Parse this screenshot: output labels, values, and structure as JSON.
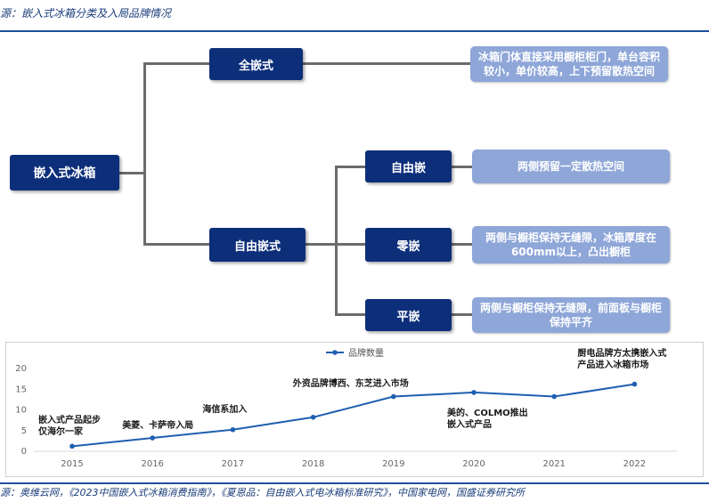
{
  "caption": "源：嵌入式冰箱分类及入局品牌情况",
  "diagram": {
    "root": "嵌入式冰箱",
    "full_embed": {
      "label": "全嵌式",
      "desc": [
        "冰箱门体直接采用橱柜柜门，单台容积",
        "较小，单价较高，上下预留散热空间"
      ]
    },
    "free_embed": {
      "label": "自由嵌式",
      "children": [
        {
          "label": "自由嵌",
          "desc": [
            "两侧预留一定散热空间"
          ]
        },
        {
          "label": "零嵌",
          "desc": [
            "两侧与橱柜保持无缝隙，冰箱厚度在",
            "600mm以上，凸出橱柜"
          ]
        },
        {
          "label": "平嵌",
          "desc": [
            "两侧与橱柜保持无缝隙，前面板与橱柜",
            "保持平齐"
          ]
        }
      ]
    }
  },
  "chart_data": {
    "type": "line",
    "legend": "品牌数量",
    "legend_position": "top-center",
    "grid": false,
    "x": [
      "2015",
      "2016",
      "2017",
      "2018",
      "2019",
      "2020",
      "2021",
      "2022"
    ],
    "series": [
      {
        "name": "品牌数量",
        "values": [
          1,
          3,
          5,
          8,
          13,
          14,
          13,
          16
        ]
      }
    ],
    "ylim": [
      0,
      20
    ],
    "yticks": [
      0,
      5,
      10,
      15,
      20
    ],
    "annotations": [
      {
        "index": 0,
        "lines": [
          "嵌入式产品起步",
          "仅海尔一家"
        ]
      },
      {
        "index": 1,
        "lines": [
          "美菱、卡萨帝入局"
        ]
      },
      {
        "index": 2,
        "lines": [
          "海信系加入"
        ]
      },
      {
        "index": 4,
        "lines": [
          "外资品牌博西、东芝进入市场"
        ]
      },
      {
        "index": 5,
        "lines": [
          "美的、COLMO推出",
          "嵌入式产品"
        ]
      },
      {
        "index": 7,
        "lines": [
          "厨电品牌方太携嵌入式",
          "产品进入冰箱市场"
        ]
      }
    ],
    "colors": {
      "line": "#1f5fb0",
      "marker": "#1f5fb0",
      "axis_text": "#666666"
    }
  },
  "source": "源：奥维云网，《2023中国嵌入式冰箱消费指南》，《夏恩品：自由嵌入式电冰箱标准研究》，中国家电网，国盛证券研究所"
}
